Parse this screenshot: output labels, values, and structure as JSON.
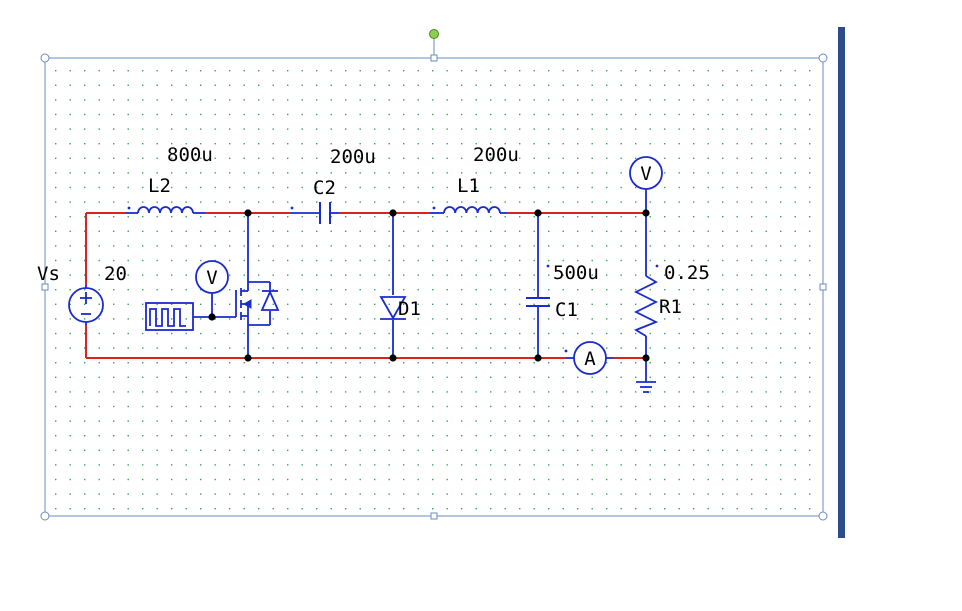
{
  "colors": {
    "wire": "#dd2020",
    "component": "#1a2bd0",
    "grid_dot": "#3ca060",
    "frame": "#6a8bc0",
    "text": "#000000",
    "rotate_handle": "#8ad050"
  },
  "components": {
    "source": {
      "label": "Vs",
      "value": "20"
    },
    "l2": {
      "label": "L2",
      "value": "800u"
    },
    "c2": {
      "label": "C2",
      "value": "200u"
    },
    "l1": {
      "label": "L1",
      "value": "200u"
    },
    "d1": {
      "label": "D1"
    },
    "c1": {
      "label": "C1",
      "value": "500u"
    },
    "r1": {
      "label": "R1",
      "value": "0.25"
    }
  },
  "meters": {
    "voltmeter_switch": "V",
    "voltmeter_load": "V",
    "ammeter_load": "A"
  }
}
